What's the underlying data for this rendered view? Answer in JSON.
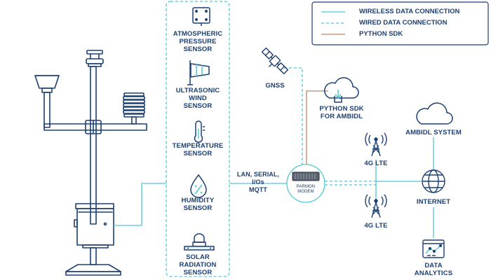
{
  "legend": {
    "items": [
      {
        "label": "WIRELESS DATA CONNECTION",
        "style": "solid",
        "color": "#4fc8d6"
      },
      {
        "label": "WIRED DATA CONNECTION",
        "style": "dashed",
        "color": "#4fc8d6"
      },
      {
        "label": "PYTHON SDK",
        "style": "solid",
        "color": "#b9876a"
      }
    ]
  },
  "sensors": {
    "pressure": [
      "ATMOSPHERIC",
      "PRESSURE SENSOR"
    ],
    "wind": [
      "ULTRASONIC WIND",
      "SENSOR"
    ],
    "temperature": [
      "TEMPERATURE",
      "SENSOR"
    ],
    "humidity": [
      "HUMIDITY",
      "SENSOR"
    ],
    "solar": [
      "SOLAR RADIATION",
      "SENSOR"
    ]
  },
  "connection": {
    "line1": "LAN, SERIAL, I/Os",
    "line2": "MQTT"
  },
  "modem": {
    "line1": "PARMON",
    "line2": "MODEM"
  },
  "gnss": "GNSS",
  "sdk": [
    "PYTHON SDK",
    "FOR AMBIDL"
  ],
  "lte_top": "4G LTE",
  "lte_bottom": "4G LTE",
  "ambidl": "AMBIDL SYSTEM",
  "internet": "INTERNET",
  "analytics": [
    "DATA",
    "ANALYTICS"
  ],
  "colors": {
    "navy": "#1b3f73",
    "teal": "#4fc8d6",
    "brown": "#b9876a"
  }
}
